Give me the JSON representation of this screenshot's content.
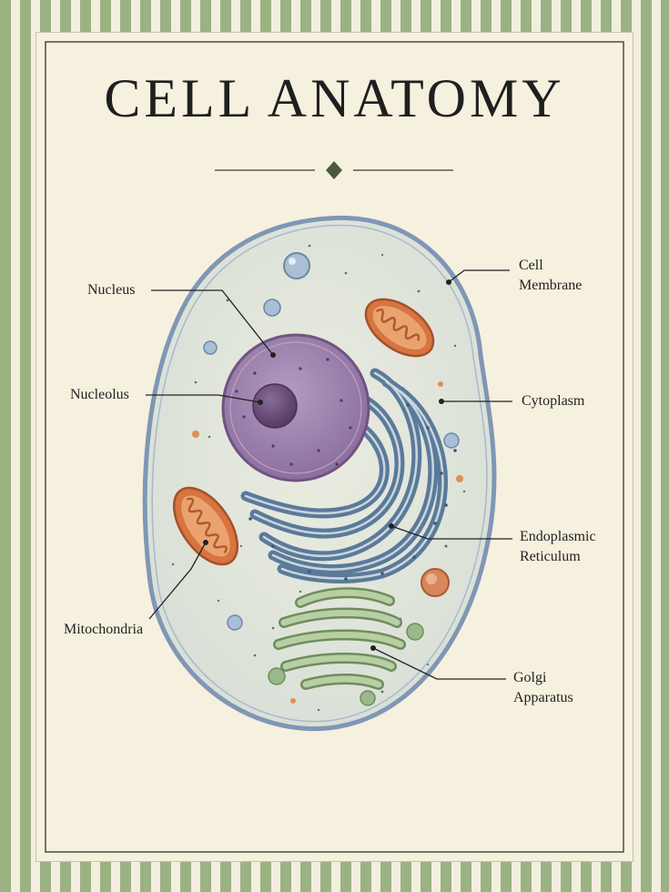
{
  "title": "CELL ANATOMY",
  "labels": {
    "nucleus": "Nucleus",
    "nucleolus": "Nucleolus",
    "mitochondria": "Mitochondria",
    "cell_membrane": [
      "Cell",
      "Membrane"
    ],
    "cytoplasm": "Cytoplasm",
    "endoplasmic_reticulum": [
      "Endoplasmic",
      "Reticulum"
    ],
    "golgi_apparatus": [
      "Golgi",
      "Apparatus"
    ]
  },
  "colors": {
    "stripe": "#9bb283",
    "paper": "#f6f0df",
    "membrane": "#7f97b5",
    "cytoplasm": "#dfe4d8",
    "nucleus": "#a184ad",
    "nucleolus": "#6d4f7c",
    "er": "#5a7a9a",
    "mitochondria": "#d7743f",
    "golgi": "#93b07e"
  }
}
